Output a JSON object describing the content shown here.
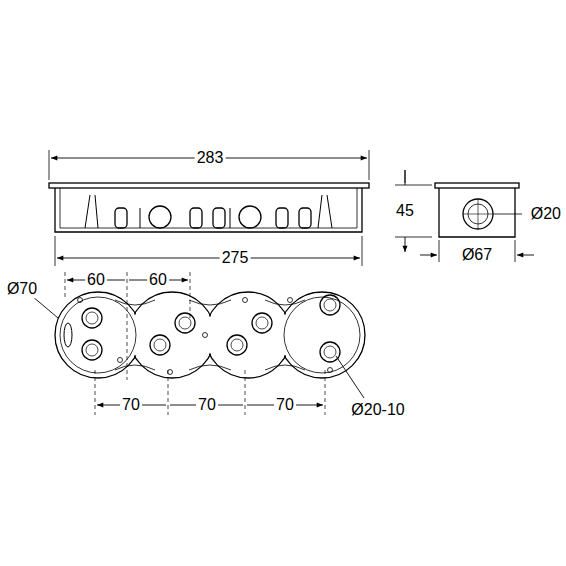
{
  "diagram": {
    "labels": [
      "283",
      "45",
      "Ø20",
      "275",
      "Ø67",
      "Ø70",
      "60",
      "60",
      "70",
      "70",
      "70",
      "Ø20-10"
    ]
  }
}
